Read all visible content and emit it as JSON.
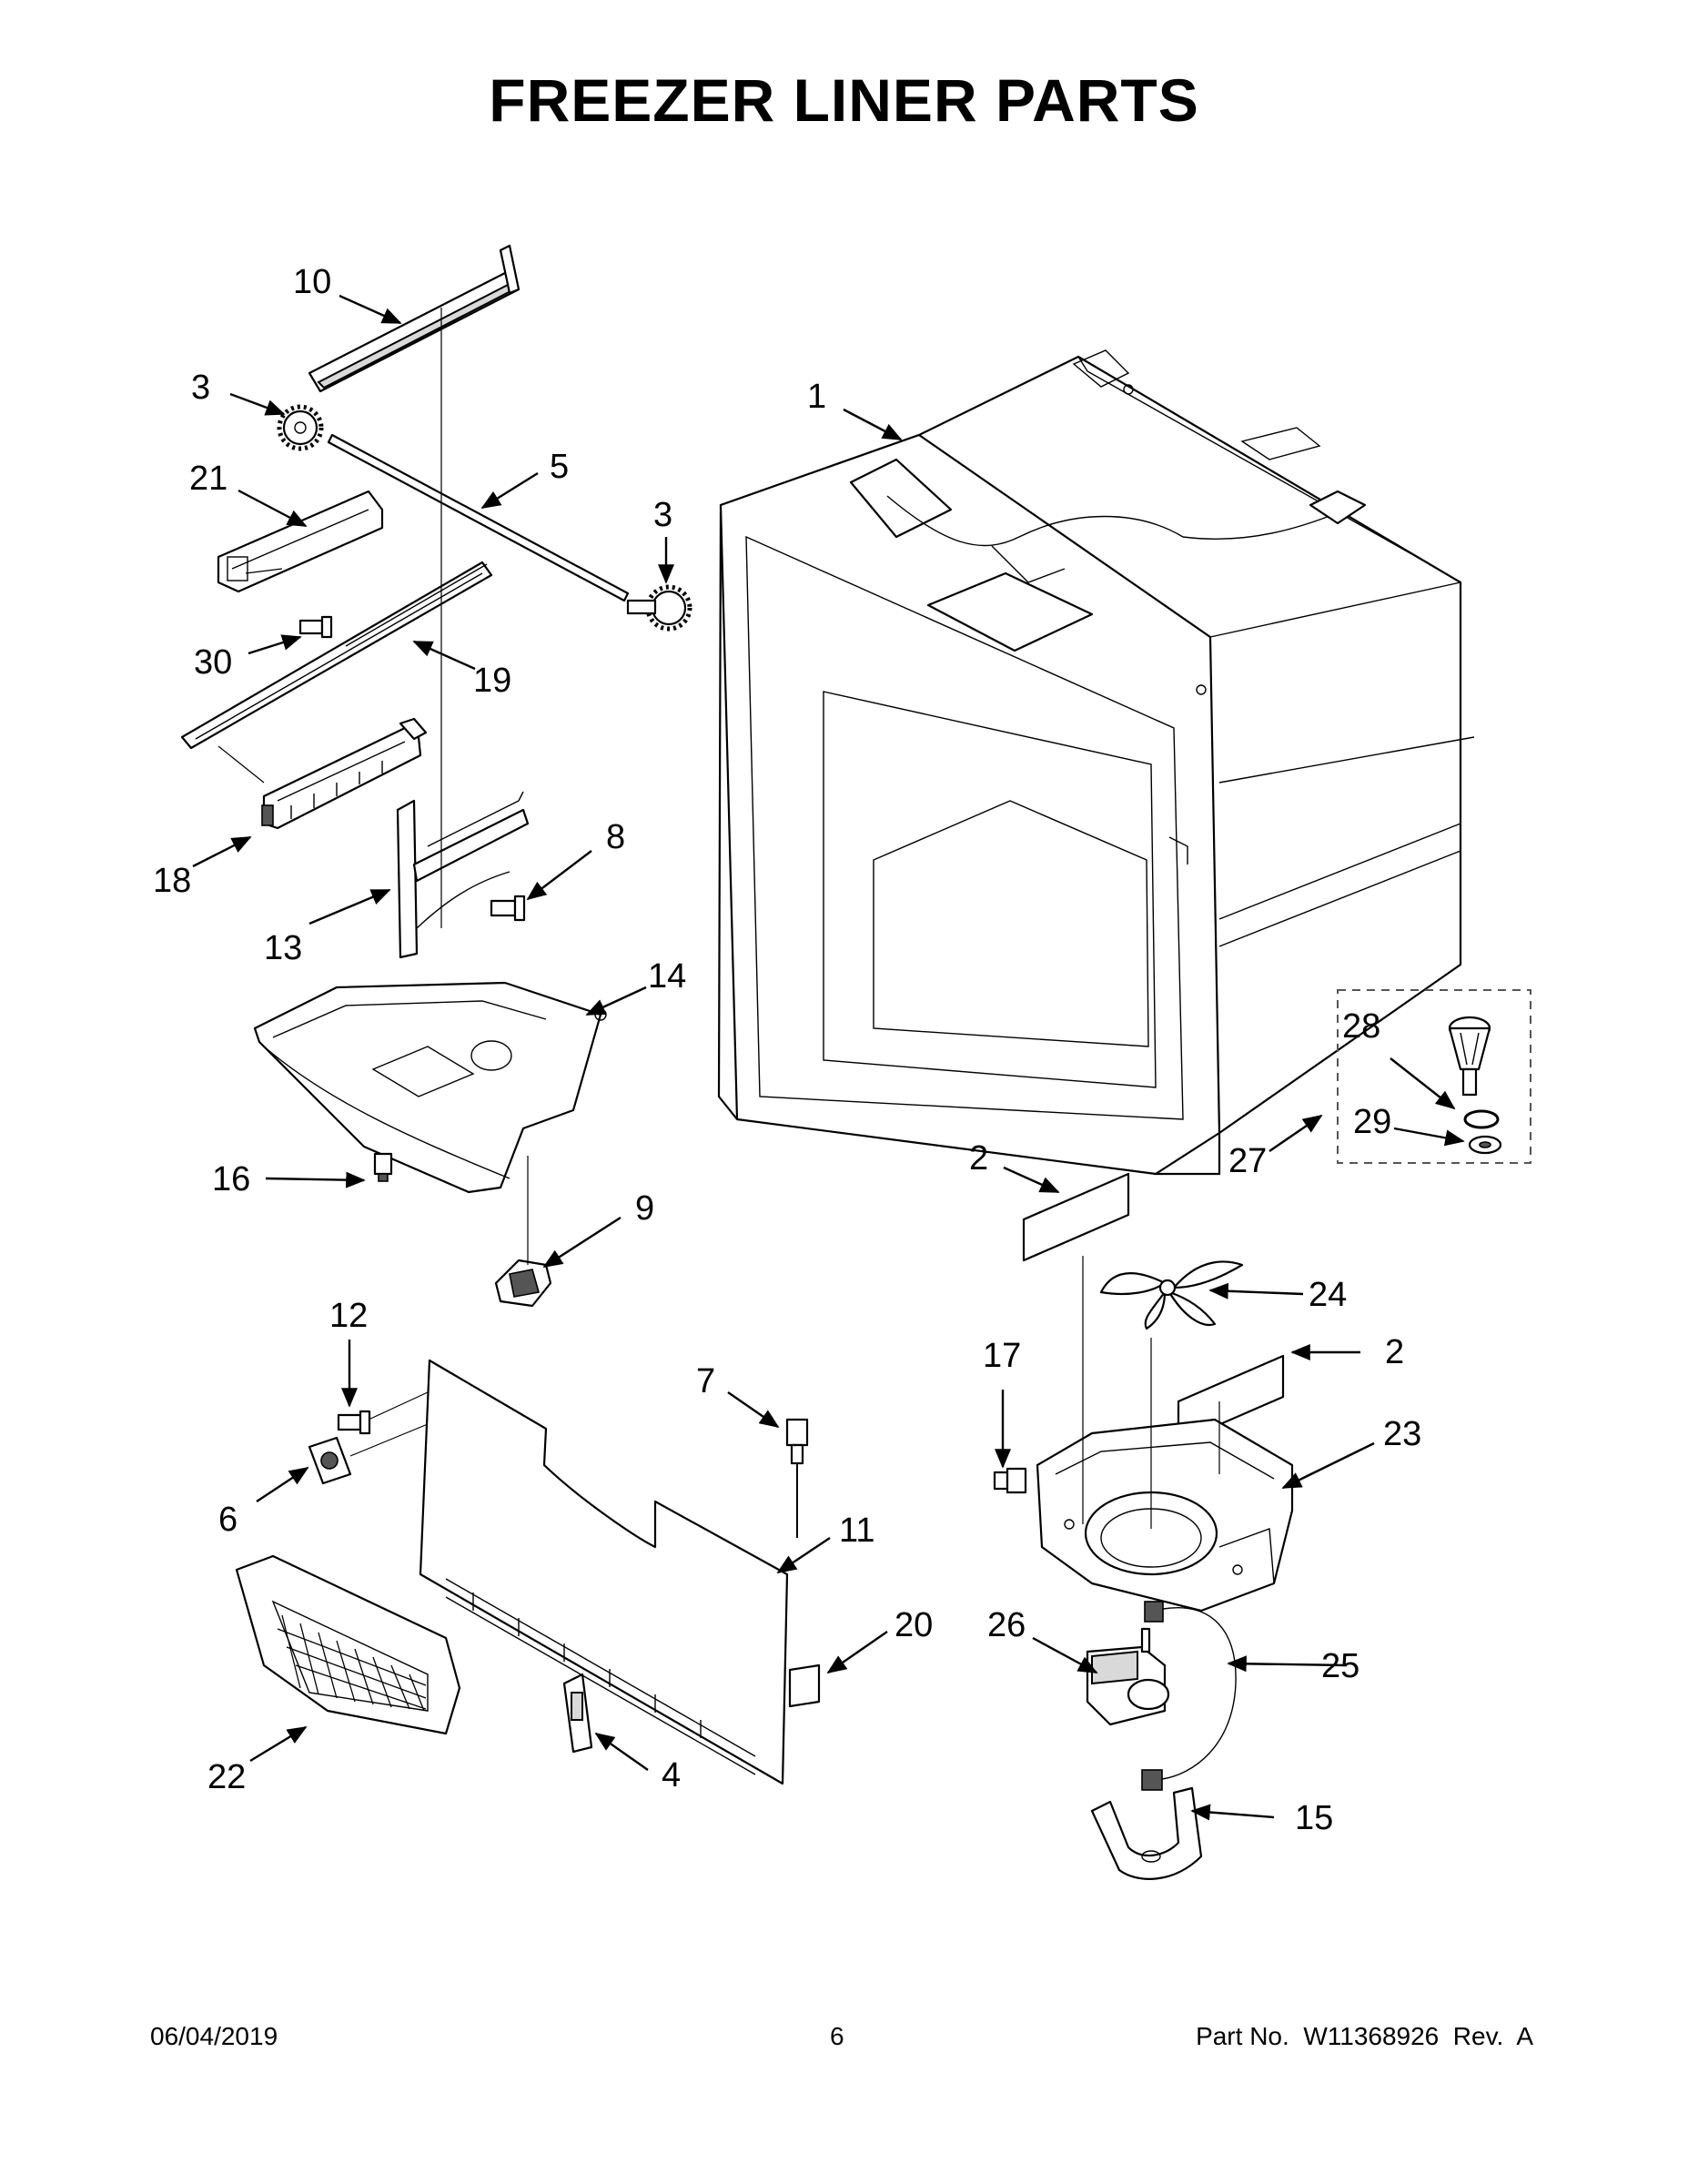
{
  "title": "FREEZER LINER PARTS",
  "footer": {
    "date": "06/04/2019",
    "page": "6",
    "part_number": "Part No.  W11368926  Rev.  A"
  },
  "callouts": [
    {
      "id": "1"
    },
    {
      "id": "2"
    },
    {
      "id": "2"
    },
    {
      "id": "3"
    },
    {
      "id": "3"
    },
    {
      "id": "4"
    },
    {
      "id": "5"
    },
    {
      "id": "6"
    },
    {
      "id": "7"
    },
    {
      "id": "8"
    },
    {
      "id": "9"
    },
    {
      "id": "10"
    },
    {
      "id": "11"
    },
    {
      "id": "12"
    },
    {
      "id": "13"
    },
    {
      "id": "14"
    },
    {
      "id": "15"
    },
    {
      "id": "16"
    },
    {
      "id": "17"
    },
    {
      "id": "18"
    },
    {
      "id": "19"
    },
    {
      "id": "20"
    },
    {
      "id": "21"
    },
    {
      "id": "22"
    },
    {
      "id": "23"
    },
    {
      "id": "24"
    },
    {
      "id": "25"
    },
    {
      "id": "26"
    },
    {
      "id": "27"
    },
    {
      "id": "28"
    },
    {
      "id": "29"
    },
    {
      "id": "30"
    }
  ]
}
